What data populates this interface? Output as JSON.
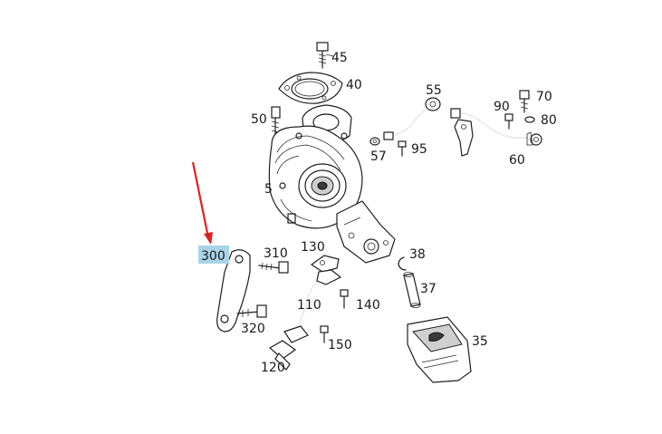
{
  "diagram": {
    "callouts": {
      "p45": "45",
      "p40": "40",
      "p50": "50",
      "p55": "55",
      "p70": "70",
      "p90": "90",
      "p80": "80",
      "p95": "95",
      "p57": "57",
      "p60": "60",
      "p5": "5",
      "p300": "300",
      "p310": "310",
      "p130": "130",
      "p38": "38",
      "p37": "37",
      "p110": "110",
      "p140": "140",
      "p320": "320",
      "p150": "150",
      "p35": "35",
      "p120": "120"
    },
    "highlight_color": "#a8d4ea",
    "arrow_color": "#e02020"
  }
}
